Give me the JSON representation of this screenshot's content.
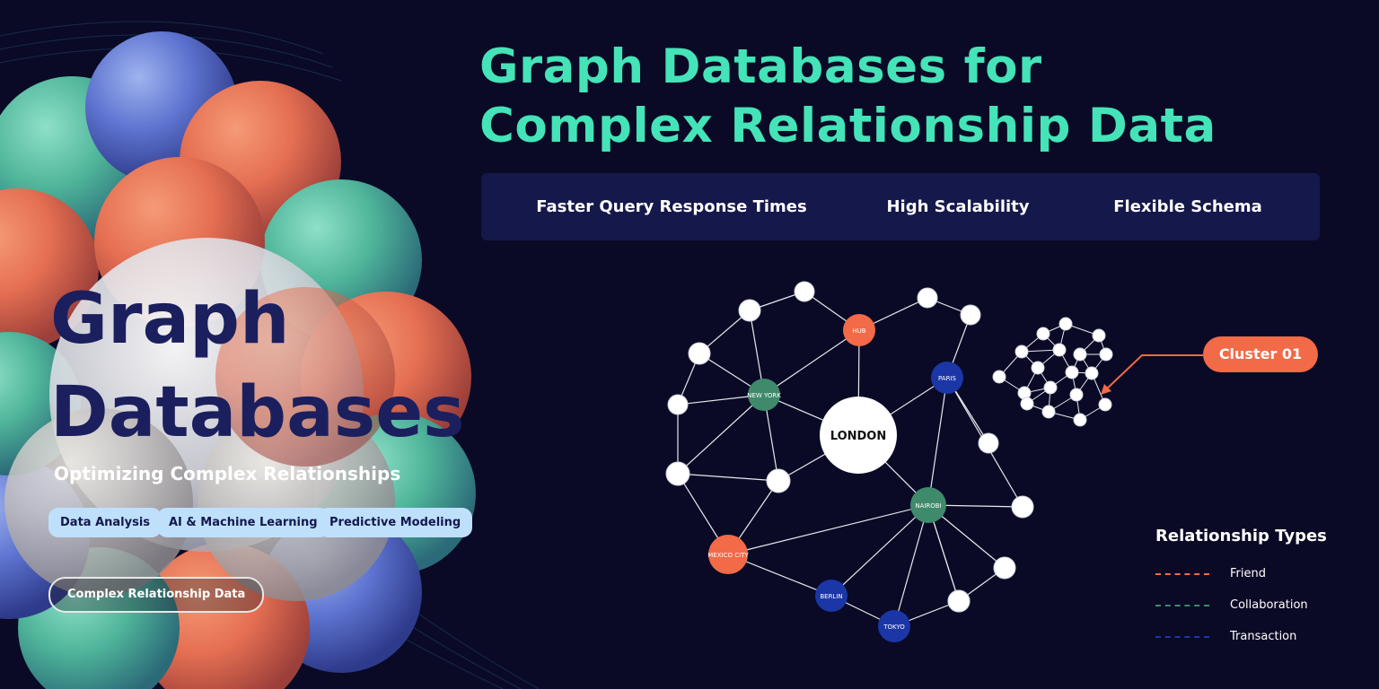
{
  "title": {
    "line1": "Graph Databases for",
    "line2": "Complex Relationship Data"
  },
  "features": [
    "Faster Query Response Times",
    "High Scalability",
    "Flexible Schema"
  ],
  "hero": {
    "line1": "Graph",
    "line2": "Databases",
    "subtitle": "Optimizing Complex Relationships"
  },
  "tags": [
    "Data Analysis",
    "AI & Machine Learning",
    "Predictive Modeling"
  ],
  "cta_label": "Complex Relationship Data",
  "callout_label": "Cluster 01",
  "legend": {
    "title": "Relationship Types",
    "items": [
      {
        "label": "Friend",
        "color": "#f26a47"
      },
      {
        "label": "Collaboration",
        "color": "#3f8a6a"
      },
      {
        "label": "Transaction",
        "color": "#1b36a6"
      }
    ]
  },
  "colors": {
    "background": "#0a0a26",
    "title": "#45e3b8",
    "accent_orange": "#f26a47",
    "accent_green": "#3f8a6a",
    "accent_blue": "#1b36a6",
    "tag_bg": "#bfe0fb"
  },
  "graph": {
    "nodes": [
      {
        "id": "london",
        "label": "LONDON",
        "kind": "hub"
      },
      {
        "id": "newyork",
        "label": "NEW YORK",
        "kind": "green"
      },
      {
        "id": "paris",
        "label": "PARIS",
        "kind": "blue"
      },
      {
        "id": "tophub",
        "label": "HUB",
        "kind": "orange"
      },
      {
        "id": "lowgreen",
        "label": "NAIROBI",
        "kind": "green"
      },
      {
        "id": "mexico",
        "label": "MEXICO CITY",
        "kind": "orange"
      },
      {
        "id": "berlin",
        "label": "BERLIN",
        "kind": "blue"
      },
      {
        "id": "tokyo",
        "label": "TOKYO",
        "kind": "blue"
      },
      {
        "id": "w1",
        "label": "",
        "kind": "white"
      },
      {
        "id": "w2",
        "label": "",
        "kind": "white"
      },
      {
        "id": "w3",
        "label": "",
        "kind": "white"
      },
      {
        "id": "w4",
        "label": "",
        "kind": "white"
      },
      {
        "id": "w5",
        "label": "",
        "kind": "white"
      },
      {
        "id": "w6",
        "label": "",
        "kind": "white"
      },
      {
        "id": "w7",
        "label": "",
        "kind": "white"
      },
      {
        "id": "w8",
        "label": "",
        "kind": "white"
      },
      {
        "id": "w9",
        "label": "",
        "kind": "white"
      },
      {
        "id": "w10",
        "label": "",
        "kind": "white"
      },
      {
        "id": "w11",
        "label": "",
        "kind": "white"
      },
      {
        "id": "w12",
        "label": "",
        "kind": "white"
      },
      {
        "id": "w13",
        "label": "",
        "kind": "white"
      }
    ],
    "edges": [
      [
        "w1",
        "w2"
      ],
      [
        "w1",
        "w3"
      ],
      [
        "w2",
        "tophub"
      ],
      [
        "tophub",
        "w5"
      ],
      [
        "w5",
        "w6"
      ],
      [
        "w6",
        "paris"
      ],
      [
        "w7",
        "paris"
      ],
      [
        "tophub",
        "london"
      ],
      [
        "tophub",
        "newyork"
      ],
      [
        "w1",
        "newyork"
      ],
      [
        "w3",
        "newyork"
      ],
      [
        "w3",
        "w4"
      ],
      [
        "w4",
        "newyork"
      ],
      [
        "w4",
        "w9"
      ],
      [
        "newyork",
        "london"
      ],
      [
        "newyork",
        "w10"
      ],
      [
        "newyork",
        "w9"
      ],
      [
        "w9",
        "w10"
      ],
      [
        "w10",
        "london"
      ],
      [
        "w9",
        "mexico"
      ],
      [
        "w10",
        "mexico"
      ],
      [
        "london",
        "paris"
      ],
      [
        "london",
        "lowgreen"
      ],
      [
        "paris",
        "lowgreen"
      ],
      [
        "paris",
        "w8"
      ],
      [
        "w8",
        "lowgreen"
      ],
      [
        "lowgreen",
        "w11"
      ],
      [
        "lowgreen",
        "mexico"
      ],
      [
        "lowgreen",
        "berlin"
      ],
      [
        "lowgreen",
        "tokyo"
      ],
      [
        "lowgreen",
        "w12"
      ],
      [
        "lowgreen",
        "w13"
      ],
      [
        "w11",
        "w12"
      ],
      [
        "w12",
        "w13"
      ],
      [
        "w13",
        "tokyo"
      ],
      [
        "mexico",
        "berlin"
      ],
      [
        "berlin",
        "tokyo"
      ]
    ]
  }
}
